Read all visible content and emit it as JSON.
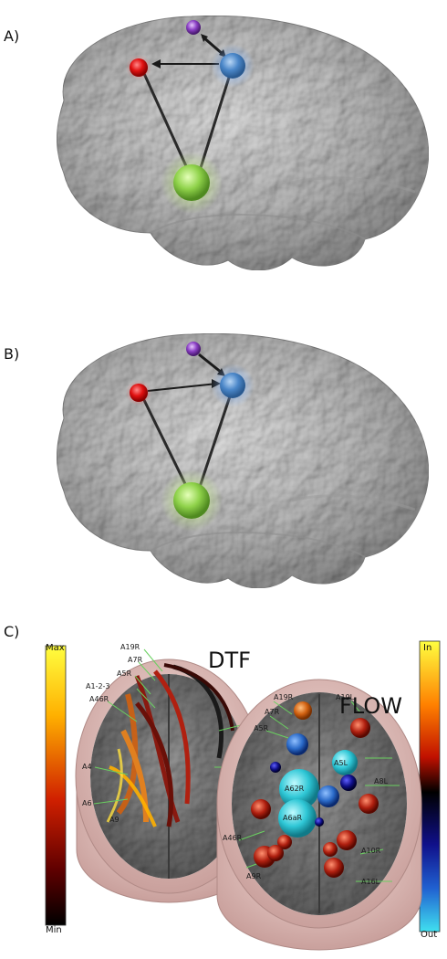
{
  "panels": {
    "a_label": "A)",
    "b_label": "B)",
    "c_label": "C)"
  },
  "panel_c": {
    "dtf_title": "DTF",
    "flow_title": "FLOW",
    "left_scale": {
      "top": "Max",
      "bottom": "Min"
    },
    "right_scale": {
      "top": "In",
      "bottom": "Out"
    },
    "dtf_labels": [
      "A19R",
      "A7R",
      "A5R",
      "A1-2-3",
      "A46R",
      "A4",
      "A6",
      "A9"
    ],
    "flow_labels": [
      "A19R",
      "A7R",
      "A19L",
      "A5R",
      "A5L",
      "A8L",
      "A62R",
      "A6aR",
      "A46R",
      "A9R",
      "A10R",
      "A16L"
    ]
  },
  "colors": {
    "brain": "#b9b9b9",
    "node_red": "#e01010",
    "node_blue": "#4a86c8",
    "node_green": "#8fd24a",
    "node_purple": "#8a3fc4",
    "scalp": "#e9c8c4",
    "flow_red": "#b02010",
    "flow_cyan": "#2fc7d6"
  }
}
